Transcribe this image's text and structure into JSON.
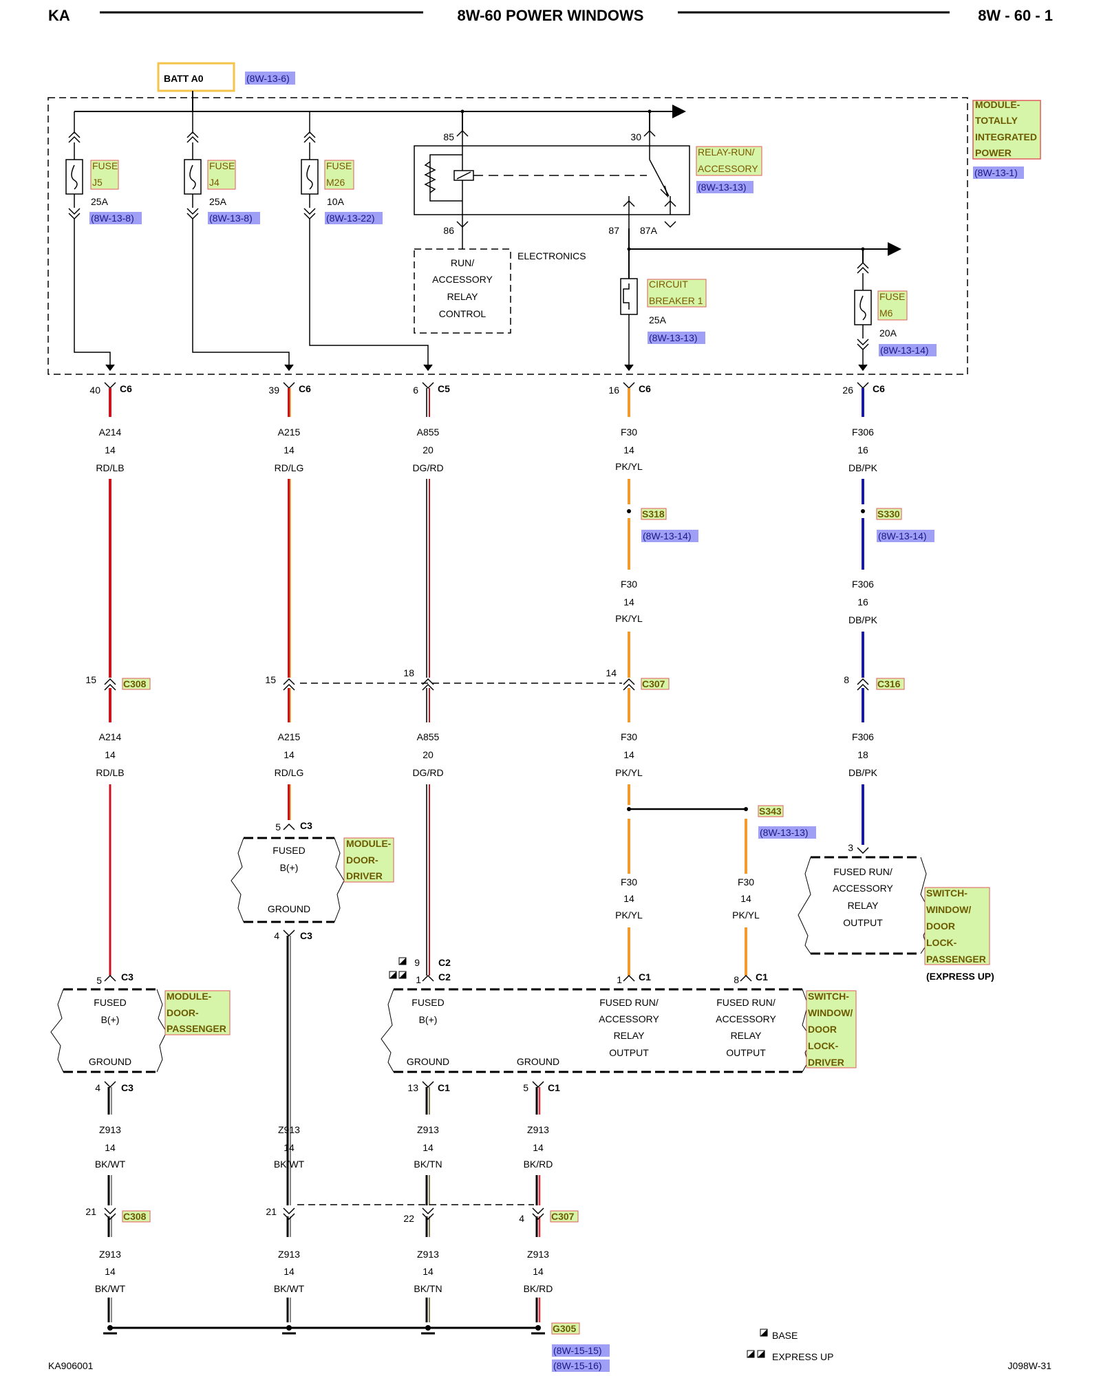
{
  "header": {
    "left": "KA",
    "title": "8W-60 POWER WINDOWS",
    "right": "8W - 60 - 1"
  },
  "footer": {
    "left": "KA906001",
    "right": "J098W-31"
  },
  "legend": {
    "base": "BASE",
    "express_up": "EXPRESS UP"
  },
  "source": {
    "name": "BATT A0",
    "ref": "(8W-13-6)"
  },
  "tipm": {
    "lines": [
      "MODULE-",
      "TOTALLY",
      "INTEGRATED",
      "POWER"
    ],
    "ref": "(8W-13-1)"
  },
  "fuses": [
    {
      "line1": "FUSE",
      "line2": "J5",
      "rating": "25A",
      "ref": "(8W-13-8)"
    },
    {
      "line1": "FUSE",
      "line2": "J4",
      "rating": "25A",
      "ref": "(8W-13-8)"
    },
    {
      "line1": "FUSE",
      "line2": "M26",
      "rating": "10A",
      "ref": "(8W-13-22)"
    },
    {
      "line1": "FUSE",
      "line2": "M6",
      "rating": "20A",
      "ref": "(8W-13-14)"
    }
  ],
  "relay": {
    "lines": [
      "RELAY-RUN/",
      "ACCESSORY"
    ],
    "ref": "(8W-13-13)",
    "pins": {
      "p85": "85",
      "p30": "30",
      "p86": "86",
      "p87": "87",
      "p87a": "87A"
    }
  },
  "electronics": "ELECTRONICS",
  "relay_control": [
    "RUN/",
    "ACCESSORY",
    "RELAY",
    "CONTROL"
  ],
  "circuit_breaker": {
    "lines": [
      "CIRCUIT",
      "BREAKER 1"
    ],
    "rating": "25A",
    "ref": "(8W-13-13)"
  },
  "top_connectors": [
    {
      "pin": "40",
      "conn": "C6"
    },
    {
      "pin": "39",
      "conn": "C6"
    },
    {
      "pin": "6",
      "conn": "C5"
    },
    {
      "pin": "16",
      "conn": "C6"
    },
    {
      "pin": "26",
      "conn": "C6"
    }
  ],
  "wires_upper": [
    {
      "circuit": "A214",
      "gauge": "14",
      "color": "RD/LB"
    },
    {
      "circuit": "A215",
      "gauge": "14",
      "color": "RD/LG"
    },
    {
      "circuit": "A855",
      "gauge": "20",
      "color": "DG/RD"
    },
    {
      "circuit": "F30",
      "gauge": "14",
      "color": "PK/YL"
    },
    {
      "circuit": "F306",
      "gauge": "16",
      "color": "DB/PK"
    }
  ],
  "splices_upper": [
    {
      "name": "S318",
      "ref": "(8W-13-14)"
    },
    {
      "name": "S330",
      "ref": "(8W-13-14)"
    }
  ],
  "wires_after_splice": [
    {
      "circuit": "F30",
      "gauge": "14",
      "color": "PK/YL"
    },
    {
      "circuit": "F306",
      "gauge": "16",
      "color": "DB/PK"
    }
  ],
  "mid_connectors": [
    {
      "pin": "15",
      "conn": "C308"
    },
    {
      "pin": "15",
      "conn": ""
    },
    {
      "pin": "18",
      "conn": ""
    },
    {
      "pin": "14",
      "conn": "C307"
    },
    {
      "pin": "8",
      "conn": "C316"
    }
  ],
  "wires_mid": [
    {
      "circuit": "A214",
      "gauge": "14",
      "color": "RD/LB"
    },
    {
      "circuit": "A215",
      "gauge": "14",
      "color": "RD/LG"
    },
    {
      "circuit": "A855",
      "gauge": "20",
      "color": "DG/RD"
    },
    {
      "circuit": "F30",
      "gauge": "14",
      "color": "PK/YL"
    },
    {
      "circuit": "F306",
      "gauge": "18",
      "color": "DB/PK"
    }
  ],
  "splice_s343": {
    "name": "S343",
    "ref": "(8W-13-13)"
  },
  "wires_s343": [
    {
      "circuit": "F30",
      "gauge": "14",
      "color": "PK/YL"
    },
    {
      "circuit": "F30",
      "gauge": "14",
      "color": "PK/YL"
    }
  ],
  "driver_module": {
    "pin_top": "5",
    "conn_top": "C3",
    "fused": [
      "FUSED",
      "B(+)"
    ],
    "ground": "GROUND",
    "pin_bot": "4",
    "conn_bot": "C3",
    "name": [
      "MODULE-",
      "DOOR-",
      "DRIVER"
    ]
  },
  "passenger_switch": {
    "pin": "3",
    "label": [
      "FUSED RUN/",
      "ACCESSORY",
      "RELAY",
      "OUTPUT"
    ],
    "name": [
      "SWITCH-",
      "WINDOW/",
      "DOOR",
      "LOCK-",
      "PASSENGER"
    ],
    "note": "(EXPRESS UP)"
  },
  "passenger_module": {
    "pin_top": "5",
    "conn_top": "C3",
    "fused": [
      "FUSED",
      "B(+)"
    ],
    "ground": "GROUND",
    "pin_bot": "4",
    "conn_bot": "C3",
    "name": [
      "MODULE-",
      "DOOR-",
      "PASSENGER"
    ]
  },
  "driver_switch": {
    "pins_top": [
      {
        "pin": "9",
        "conn": "C2"
      },
      {
        "pin": "1",
        "conn": "C2"
      },
      {
        "pin": "1",
        "conn": "C1"
      },
      {
        "pin": "8",
        "conn": "C1"
      }
    ],
    "fused": [
      "FUSED",
      "B(+)"
    ],
    "out1": [
      "FUSED RUN/",
      "ACCESSORY",
      "RELAY",
      "OUTPUT"
    ],
    "out2": [
      "FUSED RUN/",
      "ACCESSORY",
      "RELAY",
      "OUTPUT"
    ],
    "ground1": "GROUND",
    "ground2": "GROUND",
    "pins_bot": [
      {
        "pin": "13",
        "conn": "C1"
      },
      {
        "pin": "5",
        "conn": "C1"
      }
    ],
    "name": [
      "SWITCH-",
      "WINDOW/",
      "DOOR",
      "LOCK-",
      "DRIVER"
    ]
  },
  "ground_wires_1": [
    {
      "circuit": "Z913",
      "gauge": "14",
      "color": "BK/WT"
    },
    {
      "circuit": "Z913",
      "gauge": "14",
      "color": "BK/WT"
    },
    {
      "circuit": "Z913",
      "gauge": "14",
      "color": "BK/TN"
    },
    {
      "circuit": "Z913",
      "gauge": "14",
      "color": "BK/RD"
    }
  ],
  "ground_connectors": [
    {
      "pin": "21",
      "conn": "C308"
    },
    {
      "pin": "21",
      "conn": ""
    },
    {
      "pin": "22",
      "conn": ""
    },
    {
      "pin": "4",
      "conn": "C307"
    }
  ],
  "ground_wires_2": [
    {
      "circuit": "Z913",
      "gauge": "14",
      "color": "BK/WT"
    },
    {
      "circuit": "Z913",
      "gauge": "14",
      "color": "BK/WT"
    },
    {
      "circuit": "Z913",
      "gauge": "14",
      "color": "BK/TN"
    },
    {
      "circuit": "Z913",
      "gauge": "14",
      "color": "BK/RD"
    }
  ],
  "ground_point": {
    "name": "G305",
    "ref1": "(8W-15-15)",
    "ref2": "(8W-15-16)"
  },
  "colors": {
    "ref_bg": "#9f9ff5",
    "label_bg": "#d6f5a8",
    "label_border": "#e05a5a",
    "batt_border": "#f5c44a",
    "red": "#c8141e",
    "orange": "#f29a2e",
    "blue": "#1a1aa0",
    "black": "#000000"
  }
}
